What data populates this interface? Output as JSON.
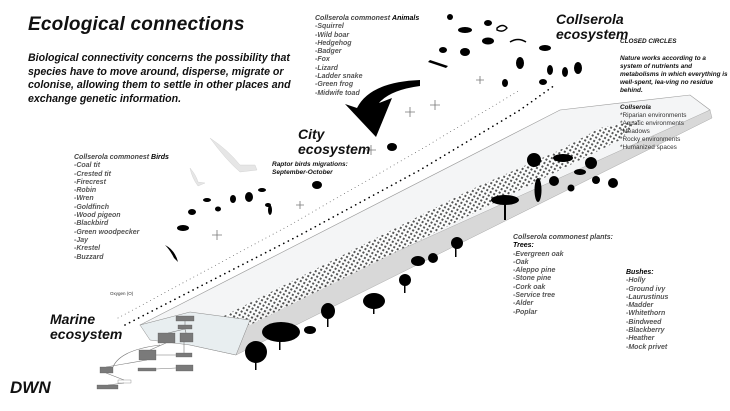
{
  "title": "Ecological connections",
  "intro": "Biological connectivity concerns the possibility that species have to move around, disperse, migrate or colonise, allowing them to settle in other places and exchange genetic information.",
  "ecosystems": {
    "collserola": "Collserola ecosystem",
    "city": "City ecosystem",
    "marine": "Marine ecosystem"
  },
  "animals": {
    "heading_prefix": "Collserola commonest ",
    "heading_bold": "Animals",
    "items": [
      "-Squirrel",
      "-Wild boar",
      "-Hedgehog",
      "-Badger",
      "-Fox",
      "-Lizard",
      "-Ladder snake",
      "-Green frog",
      "-Midwife toad"
    ]
  },
  "birds": {
    "heading_prefix": "Collserola commonest ",
    "heading_bold": "Birds",
    "items": [
      "-Coal tit",
      "-Crested tit",
      "-Firecrest",
      "-Robin",
      "-Wren",
      "-Goldfinch",
      "-Wood pigeon",
      "-Blackbird",
      "-Green woodpecker",
      "-Jay",
      "-Krestel",
      "-Buzzard"
    ]
  },
  "plants": {
    "heading": "Collserola commonest plants:",
    "trees_heading": "Trees:",
    "trees": [
      "-Evergreen oak",
      "-Oak",
      "-Aleppo pine",
      "-Stone pine",
      "-Cork oak",
      "-Service tree",
      "-Alder",
      "-Poplar"
    ],
    "bushes_heading": "Bushes:",
    "bushes": [
      "-Holly",
      "-Ground ivy",
      "-Laurustinus",
      "-Madder",
      "-Whitethorn",
      "-Bindweed",
      "-Blackberry",
      "-Heather",
      "-Mock privet"
    ]
  },
  "closed_circles": {
    "heading": "CLOSED CIRCLES",
    "text": "Nature works according to a system of nutrients and metabolisms in which everything is well-spent, lea-ving no residue behind.",
    "collserola_heading": "Collserola",
    "environments": [
      "*Riparian environments",
      "*Aquatic environments",
      "*Meadows",
      "*Rocky environments",
      "*Humanized spaces"
    ]
  },
  "raptor_note": "Raptor birds migrations: September-October",
  "oxygen_label": "Oxygen (O)",
  "signature": "DWN",
  "colors": {
    "ink": "#000000",
    "list_text": "#555555",
    "slab_top": "#f2f4f5",
    "slab_side": "#d6d6d6",
    "marine_block": "#7a7a7a"
  }
}
